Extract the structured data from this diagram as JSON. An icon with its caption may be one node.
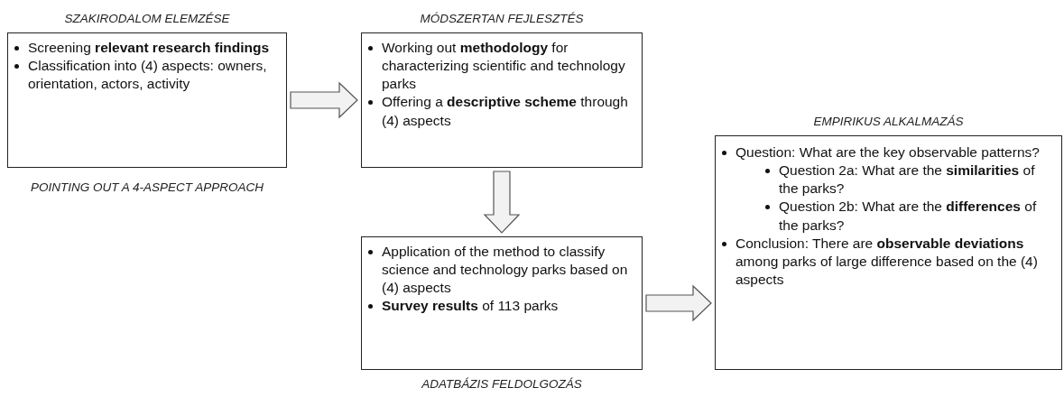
{
  "diagram": {
    "nodes": [
      {
        "text": [
          "SZAKIRODALOM ELEMZÉSE",
          "Screening **relevant research findings**",
          "Classification into (4) aspects: owners, orientation, actors, activity"
        ],
        "beside": [
          "POINTING OUT A 4-ASPECT APPROACH"
        ]
      },
      {
        "text": [
          "MÓDSZERTAN FEJLESZTÉS",
          "Working out **methodology** for characterizing scientific and technology parks",
          "Offering a **descriptive scheme** through (4) aspects"
        ]
      },
      {
        "text": [
          "Application of the method to classify science and technology parks based on (4) aspects",
          "**Survey results** of 113 parks",
          "ADATBÁZIS FELDOLGOZÁS"
        ]
      },
      {
        "text": [
          "EMPIRIKUS ALKALMAZÁS",
          "Question: What are the key observable patterns?",
          "Question 2a: What are the **similarities** of the parks?",
          "Question 2b: What are the **differences** of the parks?",
          "Conclusion: There are **observable deviations** among parks of large difference based on the (4) aspects"
        ]
      }
    ],
    "edges": [
      {
        "from": 0,
        "to": 1,
        "arrow": "to"
      },
      {
        "from": 1,
        "to": 2,
        "arrow": "to"
      },
      {
        "from": 2,
        "to": 3,
        "arrow": "to"
      }
    ]
  }
}
